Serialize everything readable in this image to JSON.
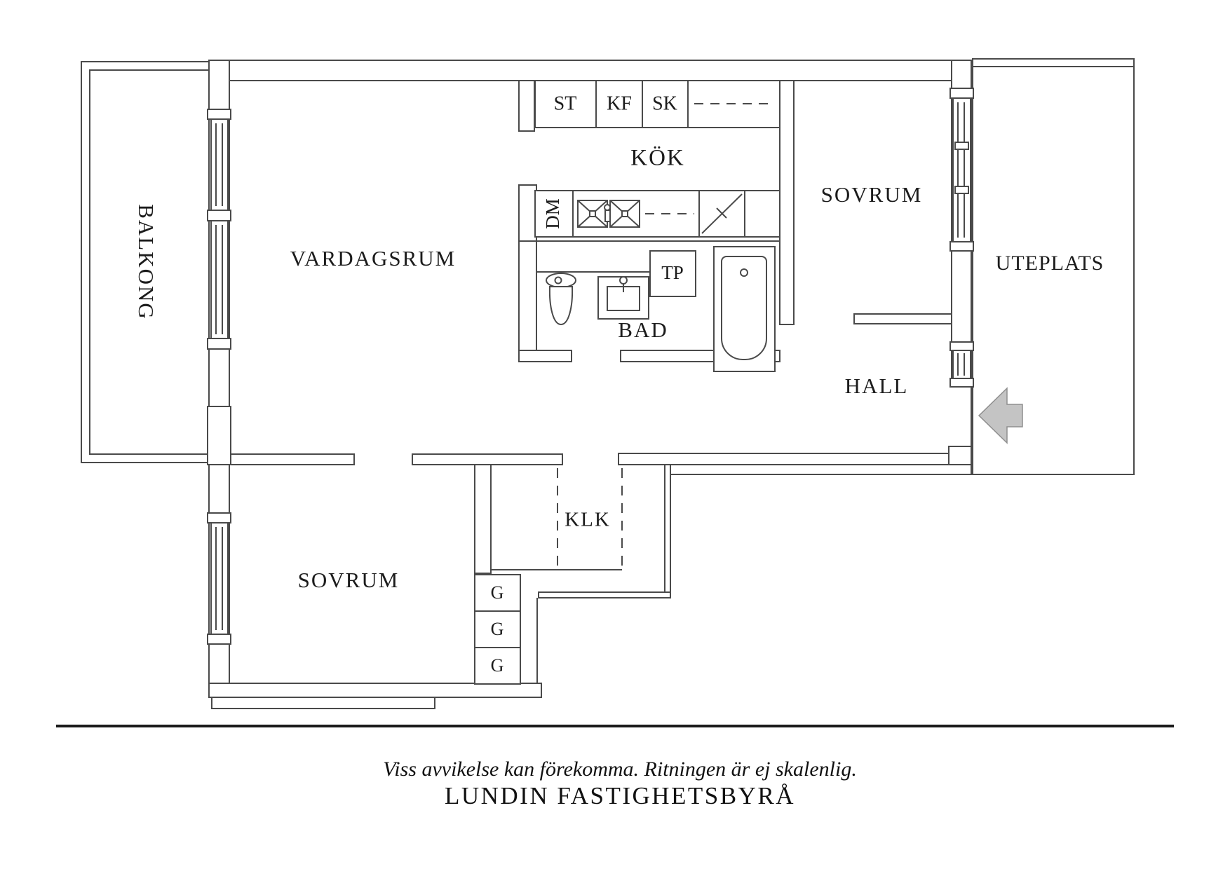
{
  "floorplan": {
    "rooms": {
      "balcony": "BALKONG",
      "living": "VARDAGSRUM",
      "kitchen": "KÖK",
      "bedroom1": "SOVRUM",
      "patio": "UTEPLATS",
      "bath": "BAD",
      "hall": "HALL",
      "closet": "KLK",
      "bedroom2": "SOVRUM"
    },
    "fixtures": {
      "st": "ST",
      "kf": "KF",
      "sk": "SK",
      "dm": "DM",
      "tp": "TP",
      "g1": "G",
      "g2": "G",
      "g3": "G"
    }
  },
  "footer": {
    "disclaimer": "Viss avvikelse kan förekomma. Ritningen är ej skalenlig.",
    "brand": "LUNDIN FASTIGHETSBYRÅ"
  },
  "colors": {
    "line": "#4a4a4a",
    "arrow_fill": "#c4c4c4",
    "arrow_stroke": "#8f8f8f"
  }
}
